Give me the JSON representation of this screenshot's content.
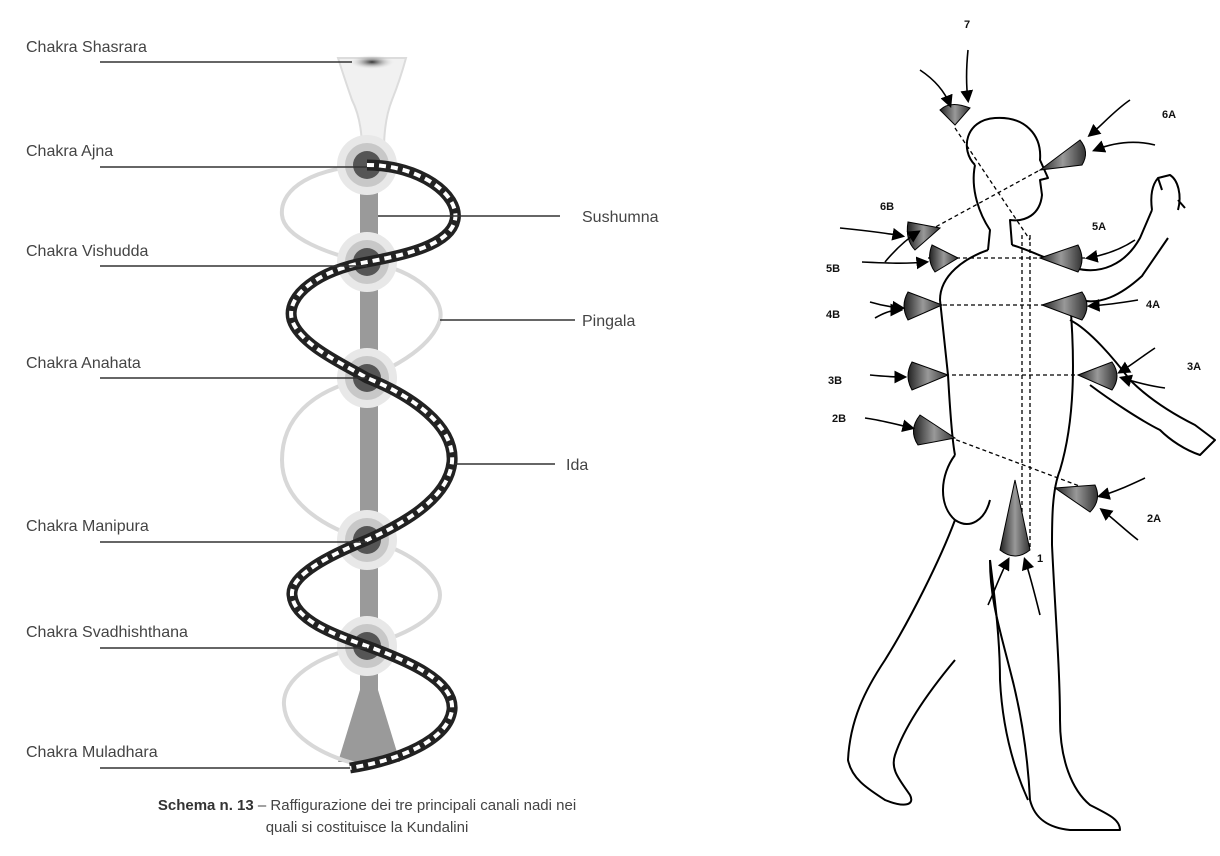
{
  "chakras": [
    {
      "label": "Chakra Shasrara"
    },
    {
      "label": "Chakra Ajna"
    },
    {
      "label": "Chakra Vishudda"
    },
    {
      "label": "Chakra Anahata"
    },
    {
      "label": "Chakra Manipura"
    },
    {
      "label": "Chakra Svadhishthana"
    },
    {
      "label": "Chakra Muladhara"
    }
  ],
  "nadis": {
    "sushumna": "Sushumna",
    "pingala": "Pingala",
    "ida": "Ida"
  },
  "caption": {
    "bold": "Schema n. 13",
    "line1": " – Raffigurazione dei tre principali canali nadi nei",
    "line2": "quali si costituisce la Kundalini"
  },
  "figure_labels": {
    "n7": "7",
    "n6a": "6A",
    "n6b": "6B",
    "n5a": "5A",
    "n5b": "5B",
    "n4a": "4A",
    "n4b": "4B",
    "n3a": "3A",
    "n3b": "3B",
    "n2a": "2A",
    "n2b": "2B",
    "n1": "1"
  },
  "colors": {
    "spine": "#9a9a9a",
    "chakra_core": "#555555",
    "halo": "#dddddd",
    "nadi_light": "#d8d8d8",
    "outline": "#000000"
  }
}
